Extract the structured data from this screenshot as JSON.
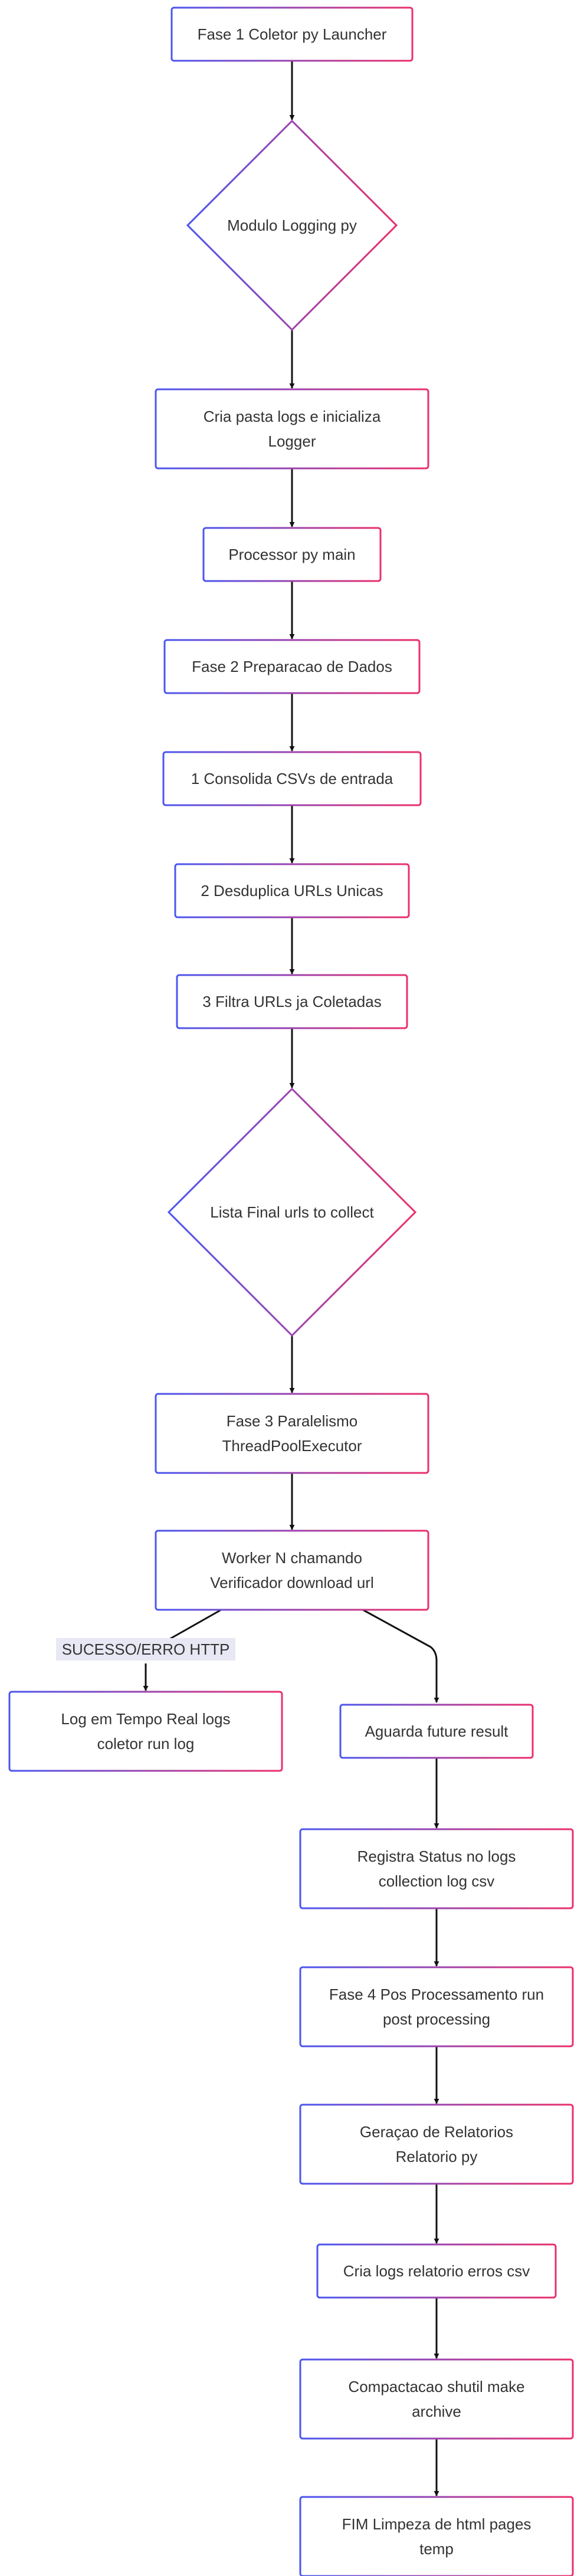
{
  "colors": {
    "stroke_start": "#4a56f0",
    "stroke_end": "#ec2f6b",
    "fill": "#ffffff",
    "text": "#333333",
    "edge": "#111111",
    "edge_label_bg": "#e8e8f4"
  },
  "nodes": [
    {
      "id": "n1",
      "shape": "rect",
      "lines": [
        "Fase 1 Coletor py Launcher"
      ]
    },
    {
      "id": "n2",
      "shape": "diamond",
      "lines": [
        "Modulo Logging py"
      ]
    },
    {
      "id": "n3",
      "shape": "rect",
      "lines": [
        "Cria pasta logs e inicializa",
        "Logger"
      ]
    },
    {
      "id": "n4",
      "shape": "rect",
      "lines": [
        "Processor py main"
      ]
    },
    {
      "id": "n5",
      "shape": "rect",
      "lines": [
        "Fase 2 Preparacao de Dados"
      ]
    },
    {
      "id": "n6",
      "shape": "rect",
      "lines": [
        "1 Consolida CSVs de entrada"
      ]
    },
    {
      "id": "n7",
      "shape": "rect",
      "lines": [
        "2 Desduplica URLs Unicas"
      ]
    },
    {
      "id": "n8",
      "shape": "rect",
      "lines": [
        "3 Filtra URLs ja Coletadas"
      ]
    },
    {
      "id": "n9",
      "shape": "diamond",
      "lines": [
        "Lista Final urls to collect"
      ]
    },
    {
      "id": "n10",
      "shape": "rect",
      "lines": [
        "Fase 3 Paralelismo",
        "ThreadPoolExecutor"
      ]
    },
    {
      "id": "n11",
      "shape": "rect",
      "lines": [
        "Worker N chamando",
        "Verificador download url"
      ]
    },
    {
      "id": "n12",
      "shape": "rect",
      "lines": [
        "Log em Tempo Real logs",
        "coletor run log"
      ]
    },
    {
      "id": "n13",
      "shape": "rect",
      "lines": [
        "Aguarda future result"
      ]
    },
    {
      "id": "n14",
      "shape": "rect",
      "lines": [
        "Registra Status no logs",
        "collection log csv"
      ]
    },
    {
      "id": "n15",
      "shape": "rect",
      "lines": [
        "Fase 4 Pos Processamento run",
        "post processing"
      ]
    },
    {
      "id": "n16",
      "shape": "rect",
      "lines": [
        "Geraçao de Relatorios",
        "Relatorio py"
      ]
    },
    {
      "id": "n17",
      "shape": "rect",
      "lines": [
        "Cria logs relatorio erros csv"
      ]
    },
    {
      "id": "n18",
      "shape": "rect",
      "lines": [
        "Compactacao shutil make",
        "archive"
      ]
    },
    {
      "id": "n19",
      "shape": "rect",
      "lines": [
        "FIM Limpeza de html pages",
        "temp"
      ]
    }
  ],
  "edges": [
    {
      "from": "n1",
      "to": "n2"
    },
    {
      "from": "n2",
      "to": "n3"
    },
    {
      "from": "n3",
      "to": "n4"
    },
    {
      "from": "n4",
      "to": "n5"
    },
    {
      "from": "n5",
      "to": "n6"
    },
    {
      "from": "n6",
      "to": "n7"
    },
    {
      "from": "n7",
      "to": "n8"
    },
    {
      "from": "n8",
      "to": "n9"
    },
    {
      "from": "n9",
      "to": "n10"
    },
    {
      "from": "n10",
      "to": "n11"
    },
    {
      "from": "n11",
      "to": "n12",
      "label": "SUCESSO/ERRO HTTP"
    },
    {
      "from": "n11",
      "to": "n13"
    },
    {
      "from": "n13",
      "to": "n14"
    },
    {
      "from": "n14",
      "to": "n15"
    },
    {
      "from": "n15",
      "to": "n16"
    },
    {
      "from": "n16",
      "to": "n17"
    },
    {
      "from": "n17",
      "to": "n18"
    },
    {
      "from": "n18",
      "to": "n19"
    }
  ]
}
